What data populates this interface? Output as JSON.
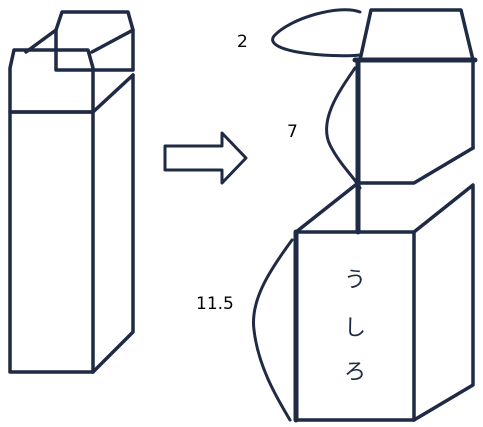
{
  "labels": {
    "top_dimension": "2",
    "middle_dimension": "7",
    "bottom_dimension": "11.5",
    "back_text": [
      "う",
      "し",
      "ろ"
    ]
  },
  "colors": {
    "line": "#1f2a44",
    "background": "#ffffff"
  },
  "icons": {
    "arrow": "arrow-right-icon"
  }
}
